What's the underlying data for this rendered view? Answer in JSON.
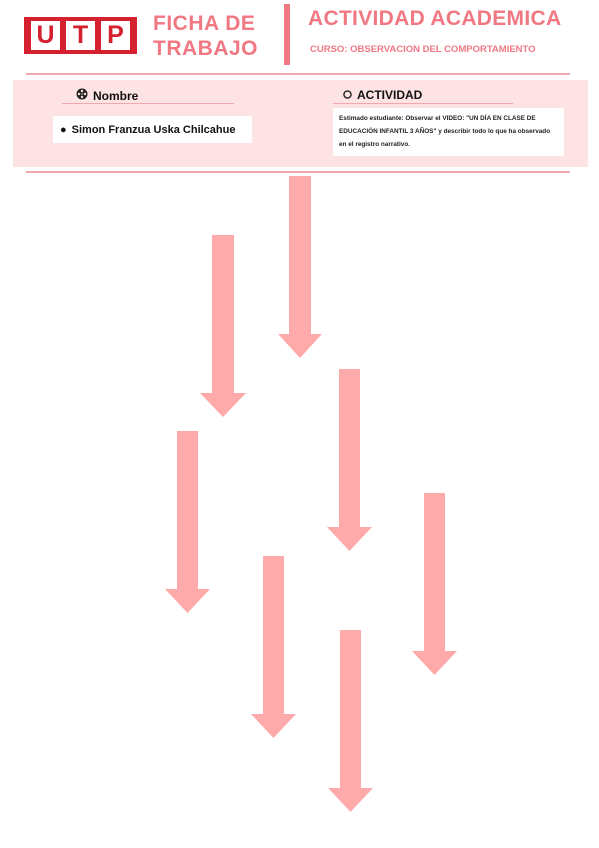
{
  "header": {
    "logo_letters": [
      "U",
      "T",
      "P"
    ],
    "ficha_line1": "FICHA DE",
    "ficha_line2": "TRABAJO",
    "activity_title": "ACTIVIDAD ACADEMICA",
    "course": "CURSO: OBSERVACION DEL COMPORTAMIENTO"
  },
  "info": {
    "name_label": "Nombre",
    "name_value": "Simon Franzua Uska Chilcahue",
    "activity_label": "ACTIVIDAD",
    "activity_text": "Estimado estudiante: Observar el VIDEO: \"UN DÍA EN CLASE DE EDUCACIÓN INFANTIL 3 AÑOS\" y describir todo lo que ha observado en el registro narrativo."
  },
  "colors": {
    "brand_red": "#d5202f",
    "accent_pink": "#f07883",
    "panel_bg": "#fde3e3",
    "arrow_fill": "#ffaaaa"
  },
  "icons": {
    "name_icon": "film-reel-icon",
    "activity_icon": "circle-icon",
    "bullet_icon": "bullet-icon"
  }
}
